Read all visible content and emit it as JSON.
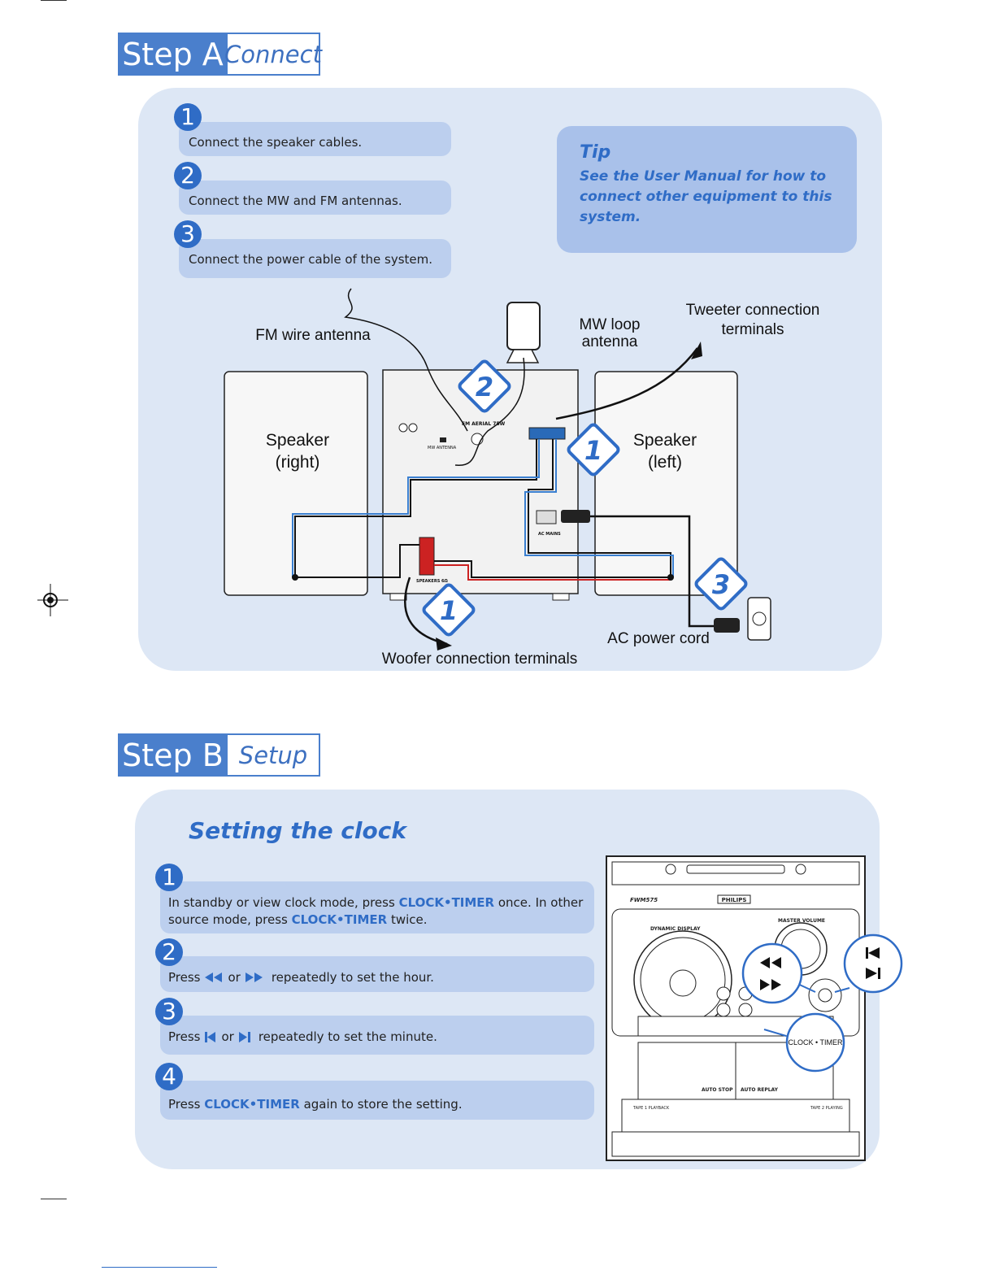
{
  "stepA": {
    "step": "Step A",
    "name": "Connect"
  },
  "stepB": {
    "step": "Step B",
    "name": "Setup"
  },
  "connect_steps": [
    {
      "num": "1",
      "text": "Connect the speaker cables."
    },
    {
      "num": "2",
      "text": "Connect the MW and FM antennas."
    },
    {
      "num": "3",
      "text": "Connect the power cable of the system."
    }
  ],
  "tip": {
    "title": "Tip",
    "body": "See the User Manual for how to connect other equipment to this system."
  },
  "diagram": {
    "fm_antenna": "FM wire antenna",
    "mw_loop_1": "MW loop",
    "mw_loop_2": "antenna",
    "tweeter_1": "Tweeter connection",
    "tweeter_2": "terminals",
    "speaker_right_1": "Speaker",
    "speaker_right_2": "(right)",
    "speaker_left_1": "Speaker",
    "speaker_left_2": "(left)",
    "ac_cord": "AC power cord",
    "woofer": "Woofer connection terminals",
    "fm_aerial": "FM AERIAL 75W",
    "mw_antenna_tag": "MW ANTENNA",
    "ac_mains": "AC MAINS",
    "speakers_tag": "SPEAKERS 6Ω",
    "badge1": "1",
    "badge2": "2",
    "badge3": "3"
  },
  "clock": {
    "title": "Setting the clock",
    "steps": [
      {
        "num": "1",
        "a": "In standby or view clock mode, press ",
        "k1": "CLOCK•TIMER",
        "b": " once. In other",
        "c": "source mode, press ",
        "k2": "CLOCK•TIMER",
        "d": " twice."
      },
      {
        "num": "2",
        "a": "Press",
        "or": "or",
        "b": "repeatedly to set the hour."
      },
      {
        "num": "3",
        "a": "Press",
        "or": "or",
        "b": "repeatedly to set the minute."
      },
      {
        "num": "4",
        "a": "Press ",
        "k1": "CLOCK•TIMER",
        "b": " again to store the setting."
      }
    ],
    "device": {
      "brand": "PHILIPS",
      "model": "FWM575",
      "dynamic_display": "DYNAMIC DISPLAY",
      "master_volume": "MASTER VOLUME",
      "clock_timer_callout": "CLOCK • TIMER",
      "auto_stop": "AUTO STOP",
      "auto_replay": "AUTO REPLAY",
      "tape1": "TAPE 1 PLAYBACK",
      "tape2": "TAPE 2 PLAYING"
    }
  }
}
